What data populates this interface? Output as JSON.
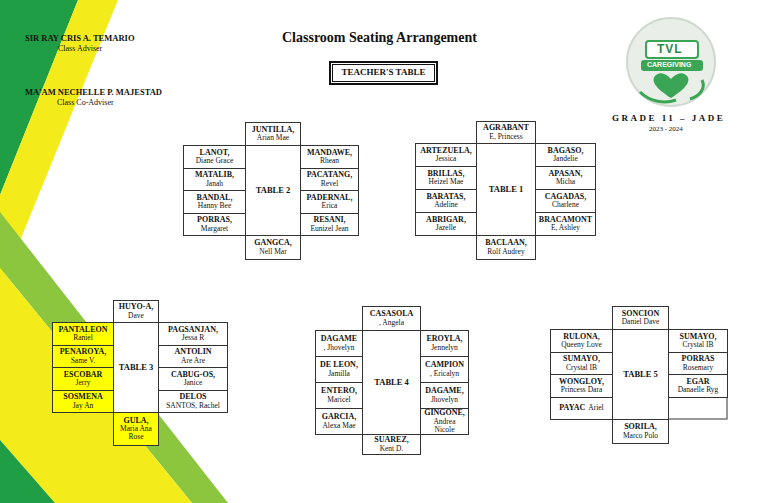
{
  "diagram": {
    "title": "Classroom Seating Arrangement",
    "nodes": [
      {
        "text": [
          "TEACHER'S TABLE"
        ]
      },
      {
        "text": [
          "JUNTILLA,",
          "Arian Mae"
        ]
      },
      {
        "text": [
          "LANOT,",
          "Diane Grace"
        ]
      },
      {
        "text": [
          "MATALIB,",
          "Janah"
        ]
      },
      {
        "text": [
          "BANDAL,",
          "Hanny Bee"
        ]
      },
      {
        "text": [
          "PORRAS,",
          "Margaret"
        ]
      },
      {
        "text": [
          "TABLE 2"
        ]
      },
      {
        "text": [
          "MANDAWE,",
          "Rhean"
        ]
      },
      {
        "text": [
          "PACATANG,",
          "Revel"
        ]
      },
      {
        "text": [
          "PADERNAL,",
          "Erica"
        ]
      },
      {
        "text": [
          "RESANI,",
          "Eunizel Jean"
        ]
      },
      {
        "text": [
          "GANGCA,",
          "Nell Mar"
        ]
      },
      {
        "text": [
          "AGRABANT",
          "E, Princess"
        ]
      },
      {
        "text": [
          "ARTEZUELA,",
          "Jessica"
        ]
      },
      {
        "text": [
          "BRILLAS,",
          "Heizel Mae"
        ]
      },
      {
        "text": [
          "BARATAS,",
          "Adeline"
        ]
      },
      {
        "text": [
          "ABRIGAR,",
          "Jazelle"
        ]
      },
      {
        "text": [
          "TABLE 1"
        ]
      },
      {
        "text": [
          "BAGASO,",
          "Jandelie"
        ]
      },
      {
        "text": [
          "APASAN,",
          "Micha"
        ]
      },
      {
        "text": [
          "CAGADAS,",
          "Charlene"
        ]
      },
      {
        "text": [
          "BRACAMONT",
          "E, Ashley"
        ]
      },
      {
        "text": [
          "BACLAAN,",
          "Rolf Audrey"
        ]
      },
      {
        "text": [
          "HUYO-A,",
          "Dave"
        ]
      },
      {
        "text": [
          "PANTALEON",
          "Raniel"
        ]
      },
      {
        "text": [
          "PENAROYA,",
          "Same V."
        ]
      },
      {
        "text": [
          "ESCOBAR",
          "Jerry"
        ]
      },
      {
        "text": [
          "SOSMENA",
          "Jay An"
        ]
      },
      {
        "text": [
          "TABLE 3"
        ]
      },
      {
        "text": [
          "PAGSANJAN,",
          "Jessa R"
        ]
      },
      {
        "text": [
          "ANTOLIN",
          "Are Are"
        ]
      },
      {
        "text": [
          "CABUG-OS,",
          "Janice"
        ]
      },
      {
        "text": [
          "DELOS",
          "SANTOS, Rachel"
        ]
      },
      {
        "text": [
          "GULA,",
          "Maria Ana Rose"
        ]
      },
      {
        "text": [
          "CASASOLA",
          ", Angela"
        ]
      },
      {
        "text": [
          "DAGAME",
          ", Jhovelyn"
        ]
      },
      {
        "text": [
          "DE LEON,",
          "Jamilla"
        ]
      },
      {
        "text": [
          "ENTERO,",
          "Maricel"
        ]
      },
      {
        "text": [
          "GARCIA,",
          "Alexa Mae"
        ]
      },
      {
        "text": [
          "TABLE 4"
        ]
      },
      {
        "text": [
          "EROYLA,",
          "Jennelyn"
        ]
      },
      {
        "text": [
          "CAMPION",
          ", Ericalyn"
        ]
      },
      {
        "text": [
          "DAGAME,",
          "Jhovelyn"
        ]
      },
      {
        "text": [
          "GINGONE,",
          "Andrea Nicole"
        ]
      },
      {
        "text": [
          "SUAREZ,",
          "Kent D."
        ]
      },
      {
        "text": [
          "SONCION",
          "Daniel Dave"
        ]
      },
      {
        "text": [
          "RULONA,",
          "Queeny Love"
        ]
      },
      {
        "text": [
          "SUMAYO,",
          "Crystal IB"
        ]
      },
      {
        "text": [
          "WONGLOY,",
          "Princess Dara"
        ]
      },
      {
        "text": [
          "PAYAC",
          "Ariel"
        ]
      },
      {
        "text": [
          "TABLE 5"
        ]
      },
      {
        "text": [
          "SUMAYO,",
          "Crystal IB"
        ]
      },
      {
        "text": [
          "PORRAS",
          "Rosemary"
        ]
      },
      {
        "text": [
          "EGAR",
          "Danaelle Ryg"
        ]
      },
      {
        "text": [
          "SORILA,",
          "Marco Polo"
        ]
      }
    ],
    "labels": [
      "SIR RAY CRIS A. TEMARIO",
      "Class Adviser",
      "MA'AM NECHELLE P. MAJESTAD",
      "Class Co-Adviser",
      "TVL",
      "CAREGIVING",
      "GRADE 11 – JADE",
      "2023 - 2024"
    ]
  }
}
